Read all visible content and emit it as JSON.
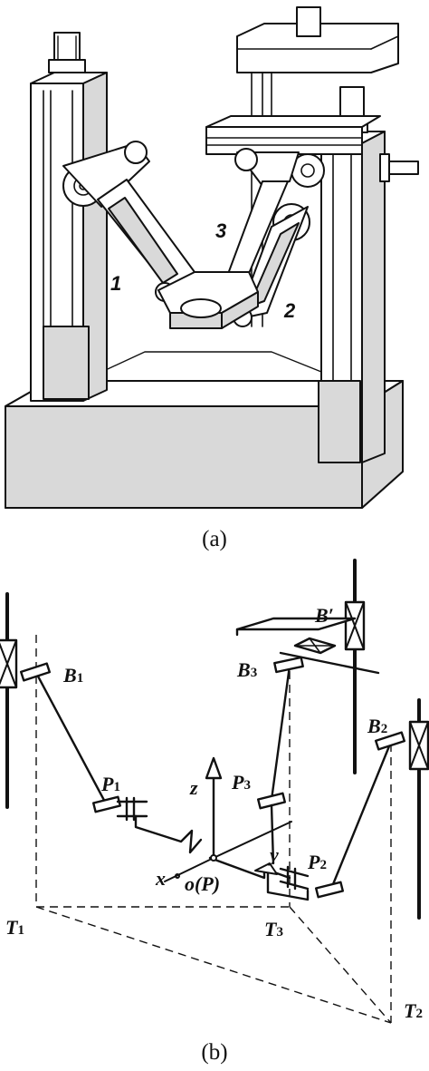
{
  "panel_a": {
    "caption": "(a)",
    "limb_labels": {
      "limb1": "1",
      "limb2": "2",
      "limb3": "3"
    }
  },
  "panel_b": {
    "caption": "(b)",
    "labels": {
      "b1": {
        "main": "B",
        "sub": "1"
      },
      "b2": {
        "main": "B",
        "sub": "2"
      },
      "b3": {
        "main": "B",
        "sub": "3"
      },
      "b_prime": "B′",
      "p1": {
        "main": "P",
        "sub": "1"
      },
      "p2": {
        "main": "P",
        "sub": "2"
      },
      "p3": {
        "main": "P",
        "sub": "3"
      },
      "t1": {
        "main": "T",
        "sub": "1"
      },
      "t2": {
        "main": "T",
        "sub": "2"
      },
      "t3": {
        "main": "T",
        "sub": "3"
      },
      "axis_z": "z",
      "axis_y": "y",
      "axis_x": "x",
      "origin": "o(P)"
    }
  }
}
